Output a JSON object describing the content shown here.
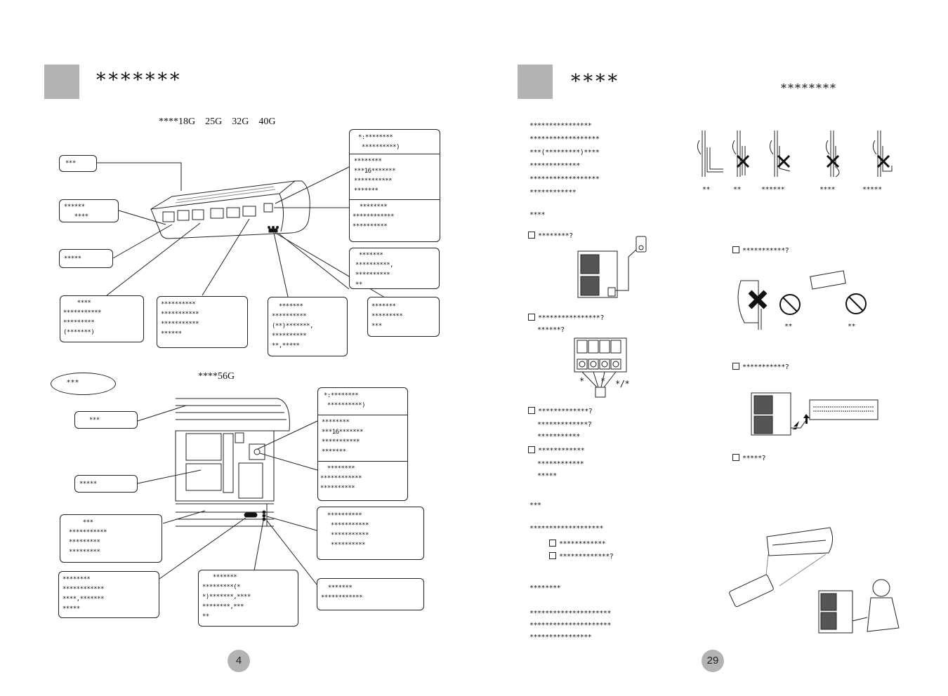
{
  "left": {
    "title": "*******",
    "subtitle_models": "****18G    25G    32G    40G",
    "subtitle_56g": "****56G",
    "oval_label": "***",
    "page_number": "4",
    "boxes_top": [
      "***",
      "******\n   ****",
      "*****",
      "    ****\n***********\n*********\n(*******)",
      "**********\n***********\n***********\n******",
      "  *******\n**********\n(**)*******,\n**********\n**,*****",
      "*******\n*********\n***"
    ],
    "right_box_1": {
      "sec1": "*:********\n **********)",
      "sec2": "********\n***16*******\n***********\n*******",
      "sec3": "  ********\n************\n**********"
    },
    "right_box_2": " *******\n**********,\n**********\n**",
    "boxes_bottom": [
      "***",
      "*****",
      "    ***\n***********\n*********\n*********",
      "********\n************\n****,*******\n*****",
      "   *******\n*********(*\n*)*******,****\n********,***\n**"
    ],
    "right_box_3": {
      "sec1": "*:********\n **********)",
      "sec2": "********\n***16*******\n***********\n*******",
      "sec3": "  ********\n************\n**********"
    },
    "right_box_4": "**********\n ***********\n ***********\n **********",
    "right_box_5": "  *******\n************"
  },
  "right": {
    "title": "****",
    "side_title": "********",
    "page_number": "29",
    "paragraph_1": "****************\n******************\n***(*********)****\n*************\n******************\n************",
    "heading_1": "****",
    "check_1": "********?",
    "check_2": "****************?",
    "check_2_sub": "  ******?",
    "check_3": "*************?",
    "check_3_sub": "  *************?\n  ***********",
    "check_4": "************",
    "check_4_sub": "  ************\n  *****",
    "heading_2": "***",
    "paragraph_2": "*******************",
    "check_5": "************",
    "check_6": "*************?",
    "heading_3": "********",
    "paragraph_3": "*********************\n*********************\n****************",
    "diagram_labels": [
      "**",
      "**",
      "******",
      "****",
      "*****"
    ],
    "terminal_labels": [
      "*",
      "*",
      "*/*"
    ],
    "check_7": "***********?",
    "check_7_labels": [
      "**",
      "**"
    ],
    "check_8": "***********?",
    "check_9": "*****?"
  }
}
